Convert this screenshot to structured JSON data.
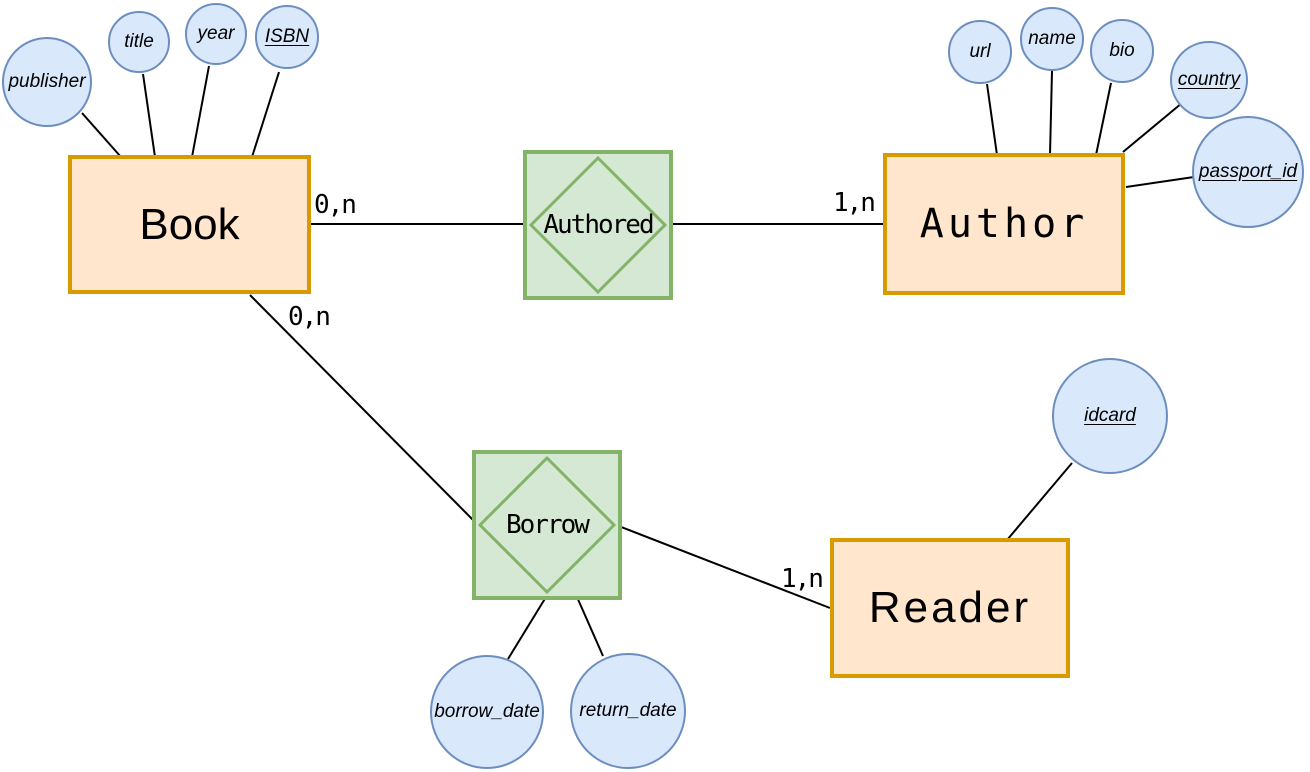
{
  "diagram_type": "entity-relationship",
  "colors": {
    "entity_fill": "#FFE6CC",
    "entity_border": "#D79B00",
    "relationship_fill": "#D5E8D4",
    "relationship_border": "#82B366",
    "attribute_fill": "#DAE8FC",
    "attribute_border": "#6C8EBF",
    "connector": "#000000",
    "canvas_bg": "#FFFFFF"
  },
  "entities": {
    "book": {
      "label": "Book",
      "attributes": [
        "publisher",
        "title",
        "year",
        "ISBN"
      ]
    },
    "author": {
      "label": "Author",
      "attributes": [
        "url",
        "name",
        "bio",
        "country",
        "passport_id"
      ]
    },
    "reader": {
      "label": "Reader",
      "attributes": [
        "idcard"
      ]
    }
  },
  "relationships": {
    "authored": {
      "label": "Authored",
      "between": [
        "Book",
        "Author"
      ],
      "attributes": []
    },
    "borrow": {
      "label": "Borrow",
      "between": [
        "Book",
        "Reader"
      ],
      "attributes": [
        "borrow_date",
        "return_date"
      ]
    }
  },
  "attributes": {
    "publisher": {
      "label": "publisher",
      "is_key": false
    },
    "title": {
      "label": "title",
      "is_key": false
    },
    "year": {
      "label": "year",
      "is_key": false
    },
    "isbn": {
      "label": "ISBN",
      "is_key": true
    },
    "url": {
      "label": "url",
      "is_key": false
    },
    "name": {
      "label": "name",
      "is_key": false
    },
    "bio": {
      "label": "bio",
      "is_key": false
    },
    "country": {
      "label": "country",
      "is_key": true
    },
    "passport_id": {
      "label": "passport_id",
      "is_key": true
    },
    "idcard": {
      "label": "idcard",
      "is_key": true
    },
    "borrow_date": {
      "label": "borrow_date",
      "is_key": false
    },
    "return_date": {
      "label": "return_date",
      "is_key": false
    }
  },
  "cardinalities": {
    "book_authored": {
      "label": "0,n"
    },
    "author_authored": {
      "label": "1,n"
    },
    "book_borrow": {
      "label": "0,n"
    },
    "reader_borrow": {
      "label": "1,n"
    }
  }
}
